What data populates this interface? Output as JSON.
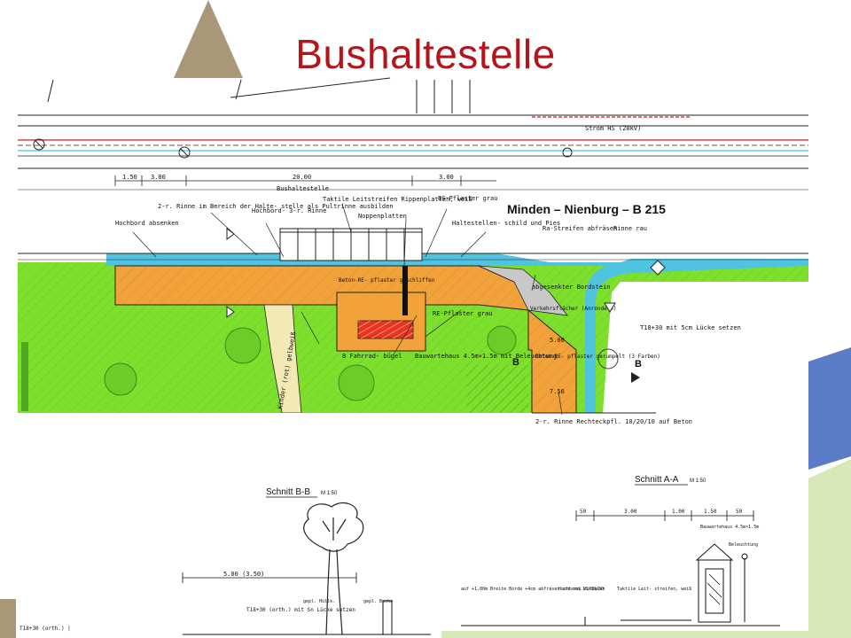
{
  "slide": {
    "title": "Bushaltestelle",
    "colors": {
      "title": "#b3151b",
      "grass": "#7ee02c",
      "paving": "#f2a23a",
      "cycle_path": "#f3e9b4",
      "bus_bay": "#4fc3e0",
      "deco_blue": "#5b7dc7",
      "deco_green": "#d8e8b8",
      "deco_tan": "#a89878"
    }
  },
  "plan": {
    "road_name": "Minden – Nienburg – B 215",
    "labels": {
      "l1": "Hochbord absenken",
      "l2": "2-r. Rinne im Bereich der Halte- stelle als Pultrinne ausbilden",
      "l3": "Hochbord- 3-r. Rinne",
      "l4": "Taktile Leitstreifen Rippenplatten, weiß",
      "l5": "Noppenplatten",
      "l6": "BS-Pflaster grau",
      "l7": "Haltestellen- schild und Pies",
      "l8": "Beton-RE- pflaster geschliffen",
      "l9": "RE-Pflaster grau",
      "l10": "Bauwartehaus 4.5m×1.5m mit Beleuchtung",
      "l11": "8 Fahrrad- bügel",
      "l12": "Kinder (rot) gelbweiß",
      "l13": "abgesenkter Bordstein",
      "l14": "Verkehrsflächer (Anrondern)",
      "l15": "Beton-RE- pflaster gerumpelt (3 Farben)",
      "l16": "2-r. Rinne Rechteckpfl. 10/20/10 auf Beton",
      "l17": "Ra-Streifen abfräsen",
      "l18": "Rinne rau",
      "l19": "T18+30 mit 5cm Lücke setzen",
      "l20": "Bushaltestelle",
      "l21": "Strom HS (20kV)"
    },
    "dims": {
      "d1": "1.50",
      "d2": "3.00",
      "d3": "20.00",
      "d4": "3.00",
      "d5": "5.00",
      "d6": "7.56"
    },
    "markers": {
      "b_top": "B",
      "b_right": "B"
    }
  },
  "section_bb": {
    "title": "Schnitt B-B",
    "scale": "M 1:50",
    "dim": "5.00 (3.50)",
    "note1": "T18+30 (orth.) mit Sn Lücke setzen",
    "note2": "gepl. Hüllk.",
    "note3": "gepl. Bucke"
  },
  "section_aa": {
    "title": "Schnitt A-A",
    "scale": "M 1:50",
    "dims": [
      "50",
      "3.00",
      "1.00",
      "1.50",
      "50"
    ],
    "label_shelter": "Bauwartehaus 4.5m×1.5m",
    "label_light": "Beleuchtung",
    "label_tactile": "Taktile Leit- streifen, weiß",
    "label_curb": "Hochbord 15/30/50",
    "label_note": "auf +1.00m Breite Borde +4cm abfräsen und neu einbauen"
  }
}
